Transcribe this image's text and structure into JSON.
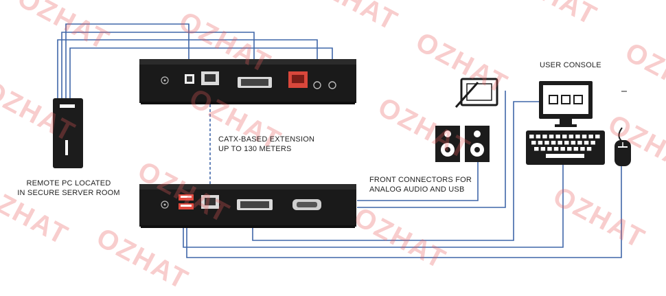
{
  "labels": {
    "remote_pc": [
      "REMOTE PC LOCATED",
      "IN SECURE SERVER ROOM"
    ],
    "catx": [
      "CATx-BASED EXTENSION",
      "UP TO 130 METERS"
    ],
    "front_connectors": [
      "FRONT CONNECTORS FOR",
      "ANALOG AUDIO AND USB"
    ],
    "user_console": "USER CONSOLE"
  },
  "watermark": "OZHAT",
  "colors": {
    "cable": "#3f66a8",
    "device_body": "#1c1c1c",
    "device_face": "#2a2a2a",
    "rj45": "#d9473b",
    "watermark": "#e85a5a"
  },
  "icons": {
    "pc_tower": "pc-tower-icon",
    "speakers": "speaker-icon",
    "monitor": "monitor-icon",
    "keyboard": "keyboard-icon",
    "mouse": "mouse-icon",
    "tablet": "drawing-tablet-icon"
  }
}
